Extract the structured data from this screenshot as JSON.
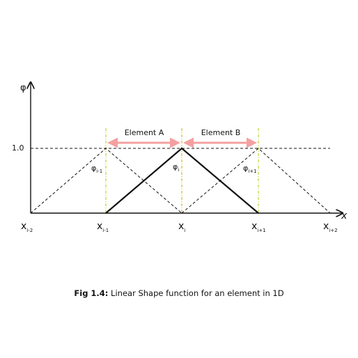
{
  "axes": {
    "y_label": "φ",
    "x_label": "x",
    "y_tick": "1.0"
  },
  "nodes": [
    {
      "base": "x",
      "sub": "i-2"
    },
    {
      "base": "x",
      "sub": "i-1"
    },
    {
      "base": "x",
      "sub": "i"
    },
    {
      "base": "x",
      "sub": "i+1"
    },
    {
      "base": "x",
      "sub": "i+2"
    }
  ],
  "shape_functions": [
    {
      "base": "φ",
      "sub": "i-1"
    },
    {
      "base": "φ",
      "sub": "i"
    },
    {
      "base": "φ",
      "sub": "i+1"
    }
  ],
  "elements": [
    {
      "label": "Element A"
    },
    {
      "label": "Element B"
    }
  ],
  "caption": {
    "prefix": "Fig 1.4:",
    "text": " Linear Shape function for an element in 1D"
  },
  "colors": {
    "line": "#111111",
    "element_arrow": "#f4a0a0",
    "node_guide": "#b5c900",
    "node_guide_alt": "#e0a000"
  }
}
